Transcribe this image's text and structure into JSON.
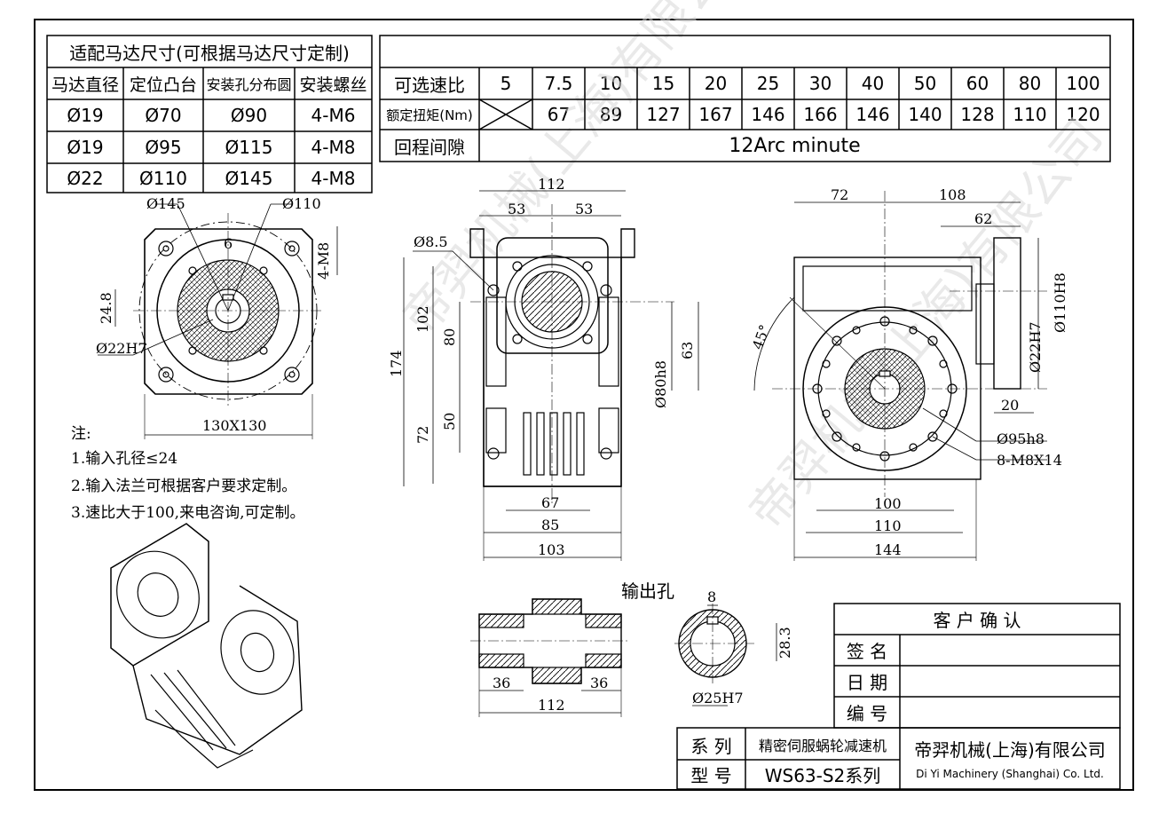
{
  "motor_table": {
    "title": "适配马达尺寸(可根据马达尺寸定制)",
    "headers": [
      "马达直径",
      "定位凸台",
      "安装孔分布圆",
      "安装螺丝"
    ],
    "rows": [
      [
        "Ø19",
        "Ø70",
        "Ø90",
        "4-M6"
      ],
      [
        "Ø19",
        "Ø95",
        "Ø115",
        "4-M8"
      ],
      [
        "Ø22",
        "Ø110",
        "Ø145",
        "4-M8"
      ]
    ]
  },
  "ratio_table": {
    "ratio_label": "可选速比",
    "ratios": [
      "5",
      "7.5",
      "10",
      "15",
      "20",
      "25",
      "30",
      "40",
      "50",
      "60",
      "80",
      "100"
    ],
    "torque_label": "额定扭矩(Nm)",
    "torques": [
      "",
      "67",
      "89",
      "127",
      "167",
      "146",
      "166",
      "146",
      "140",
      "128",
      "110",
      "120"
    ],
    "backlash_label": "回程间隙",
    "backlash_value": "12Arc minute"
  },
  "notes": {
    "title": "注:",
    "items": [
      "1.输入孔径≤24",
      "2.输入法兰可根据客户要求定制。",
      "3.速比大于100,来电咨询,可定制。"
    ]
  },
  "output_hole": {
    "title": "输出孔"
  },
  "confirm_table": {
    "title": "客 户 确 认",
    "rows": [
      "签 名",
      "日 期",
      "编 号"
    ]
  },
  "title_block": {
    "series_label": "系 列",
    "series_value": "精密伺服蜗轮减速机",
    "model_label": "型 号",
    "model_value": "WS63-S2系列",
    "company_cn": "帝羿机械(上海)有限公司",
    "company_en": "Di Yi Machinery (Shanghai) Co. Ltd."
  },
  "dims": {
    "flange": {
      "d145": "Ø145",
      "d110": "Ø110",
      "w6": "6",
      "m8": "4-M8",
      "h248": "24.8",
      "d22": "Ø22H7",
      "sq": "130X130"
    },
    "front": {
      "w112": "112",
      "w53a": "53",
      "w53b": "53",
      "d85": "Ø8.5",
      "h102": "102",
      "h80": "80",
      "h174": "174",
      "h50": "50",
      "h72": "72",
      "h63": "63",
      "d80": "Ø80h8",
      "w67": "67",
      "w85": "85",
      "w103": "103"
    },
    "side": {
      "w72": "72",
      "w108": "108",
      "w62": "62",
      "a45": "45°",
      "d110": "Ø110H8",
      "d22": "Ø22H7",
      "w20": "20",
      "d95": "Ø95h8",
      "m8x14": "8-M8X14",
      "w100": "100",
      "w110": "110",
      "w144": "144"
    },
    "shaft": {
      "w36a": "36",
      "w36b": "36",
      "w112": "112"
    },
    "hole": {
      "w8": "8",
      "h283": "28.3",
      "d25": "Ø25H7"
    }
  },
  "watermark": "帝羿机械(上海)有限公司"
}
